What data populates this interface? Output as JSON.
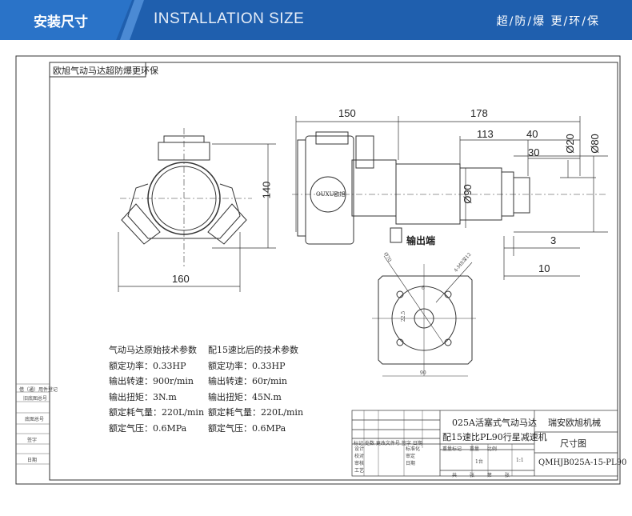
{
  "banner": {
    "title_cn": "安装尺寸",
    "title_en": "INSTALLATION SIZE",
    "slogan": "超/防/爆 更/环/保"
  },
  "drawing": {
    "header_label": "欧旭气动马达超防爆更环保",
    "dims": {
      "d150": "150",
      "d178": "178",
      "d113": "113",
      "d40": "40",
      "d30": "30",
      "d20": "Ø20",
      "d80": "Ø80",
      "d90": "Ø90",
      "d140": "140",
      "d160": "160",
      "d3": "3",
      "d10": "10",
      "f70": "Ø70",
      "fholes": "4-M8深12",
      "f6": "6",
      "f22": "22.5",
      "f90": "90"
    },
    "output_label": "输出端",
    "brand_plate": "OUXU欧旭"
  },
  "params": {
    "original": {
      "title": "气动马达原始技术参数",
      "lines": [
        "额定功率：0.33HP",
        "输出转速：900r/min",
        "输出扭矩：3N.m",
        "额定耗气量：220L/min",
        "额定气压：0.6MPa"
      ]
    },
    "reduced": {
      "title": "配15速比后的技术参数",
      "lines": [
        "额定功率：0.33HP",
        "输出转速：60r/min",
        "输出扭矩：45N.m",
        "额定耗气量：220L/min",
        "额定气压：0.6MPa"
      ]
    }
  },
  "title_block": {
    "product_line1": "025A活塞式气动马达",
    "product_line2": "配15速比PL90行星减速机",
    "company": "瑞安欧旭机械",
    "drawing_type": "尺寸图",
    "drawing_no": "QMHJB025A-15-PL90",
    "qty": "1台",
    "scale": "1:1",
    "rev_headers": [
      "标记",
      "处数",
      "更改文件号",
      "签字",
      "日期"
    ],
    "roles": [
      "设计",
      "校对",
      "审核",
      "工艺",
      "标准化",
      "审定",
      "日期"
    ],
    "cols": [
      "重量标记",
      "重量",
      "比例",
      "共",
      "张",
      "第",
      "张"
    ]
  },
  "side_block": [
    "借（通）用件登记",
    "旧底图总号",
    "底图总号",
    "签字",
    "日期"
  ]
}
